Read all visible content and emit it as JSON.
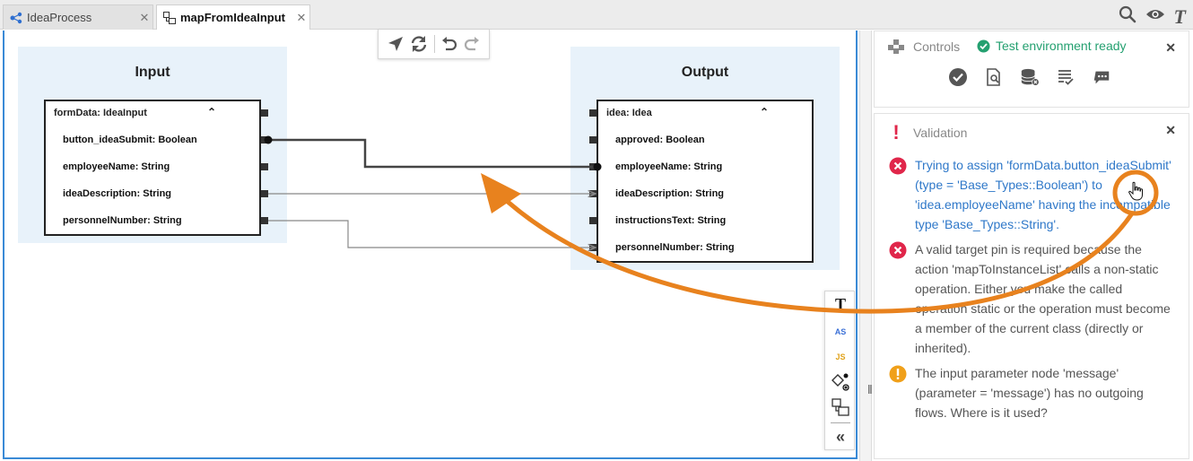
{
  "tabs": [
    {
      "label": "IdeaProcess",
      "active": false
    },
    {
      "label": "mapFromIdeaInput",
      "active": true
    }
  ],
  "top_icons": [
    "search-icon",
    "eye-icon",
    "text-icon"
  ],
  "canvas_toolbar": [
    "navigate-icon",
    "refresh-icon",
    "undo-icon",
    "redo-icon"
  ],
  "input_panel": {
    "title": "Input",
    "node": {
      "header": "formData: IdeaInput",
      "rows": [
        "button_ideaSubmit: Boolean",
        "employeeName: String",
        "ideaDescription: String",
        "personnelNumber: String"
      ]
    }
  },
  "output_panel": {
    "title": "Output",
    "node": {
      "header": "idea: Idea",
      "rows": [
        "approved: Boolean",
        "employeeName: String",
        "ideaDescription: String",
        "instructionsText: String",
        "personnelNumber: String"
      ]
    }
  },
  "mappings": [
    {
      "from": "button_ideaSubmit: Boolean",
      "to": "employeeName: String",
      "selected": true
    },
    {
      "from": "ideaDescription: String",
      "to": "ideaDescription: String",
      "selected": false
    },
    {
      "from": "personnelNumber: String",
      "to": "personnelNumber: String",
      "selected": false
    }
  ],
  "side_tools": {
    "text": "T",
    "as": "AS",
    "js": "JS"
  },
  "controls": {
    "title": "Controls",
    "status": "Test environment ready",
    "icons": [
      "check-circle-icon",
      "search-doc-icon",
      "database-delete-icon",
      "list-check-icon",
      "comment-icon"
    ]
  },
  "validation": {
    "title": "Validation",
    "messages": [
      {
        "severity": "error",
        "text": "Trying to assign 'formData.button_ideaSubmit' (type = 'Base_Types::Boolean') to 'idea.employeeName' having the incompatible type 'Base_Types::String'.",
        "link": true
      },
      {
        "severity": "error",
        "text": "A valid target pin is required because the action 'mapToInstanceList' calls a non-static operation. Either you make the called operation static or the operation must become a member of the current class (directly or inherited).",
        "link": false
      },
      {
        "severity": "warning",
        "text": "The input parameter node 'message' (parameter = 'message') has no outgoing flows. Where is it used?",
        "link": false
      }
    ]
  },
  "colors": {
    "accent": "#3a8ad6",
    "panel_bg": "#e8f2fa",
    "annotation": "#e8821e",
    "error": "#e0264a",
    "warning": "#f0a01a",
    "ready": "#24a070",
    "link": "#2f78c9"
  }
}
